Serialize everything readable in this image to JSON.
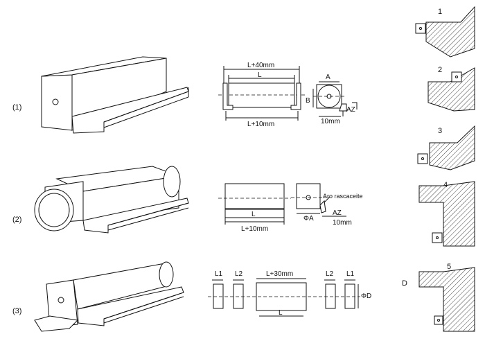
{
  "rows": [
    "(1)",
    "(2)",
    "(3)"
  ],
  "dims": {
    "r1_L40": "L+40mm",
    "r1_L": "L",
    "r1_L10": "L+10mm",
    "r1_A": "A",
    "r1_B": "B",
    "r1_10": "10mm",
    "r1_AZ": "AZ",
    "r2_L": "L",
    "r2_L10": "L+10mm",
    "r2_aro": "Aro rascaceite",
    "r2_phiA": "ΦA",
    "r2_AZ": "AZ",
    "r2_10": "10mm",
    "r3_L1a": "L1",
    "r3_L2a": "L2",
    "r3_L30": "L+30mm",
    "r3_L": "L",
    "r3_L2b": "L2",
    "r3_L1b": "L1",
    "r3_phiD": "ΦD"
  },
  "mounts": [
    "1",
    "2",
    "3",
    "4",
    "5"
  ],
  "side_label": "D"
}
